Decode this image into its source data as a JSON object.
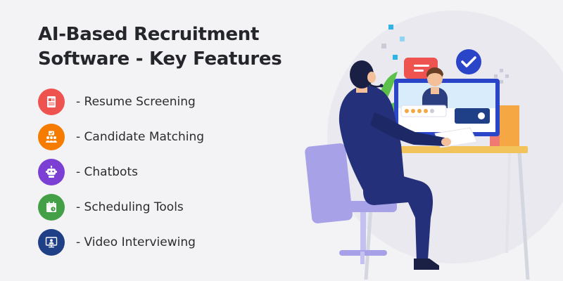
{
  "title": {
    "line1": "AI-Based Recruitment",
    "line2": "Software - Key Features"
  },
  "features": [
    {
      "label": "- Resume Screening",
      "icon": "resume-icon",
      "color": "#ef5350"
    },
    {
      "label": "- Candidate Matching",
      "icon": "candidate-match-icon",
      "color": "#f57c00"
    },
    {
      "label": "- Chatbots",
      "icon": "chatbot-icon",
      "color": "#7b3fd4"
    },
    {
      "label": "- Scheduling Tools",
      "icon": "calendar-icon",
      "color": "#43a047"
    },
    {
      "label": "- Video Interviewing",
      "icon": "video-interview-icon",
      "color": "#1f3f86"
    }
  ],
  "colors": {
    "background": "#f3f3f5",
    "title": "#25262b",
    "suit": "#24317a",
    "chair": "#a7a1e8",
    "desk": "#f2c35a",
    "monitor": "#2a45c7"
  }
}
